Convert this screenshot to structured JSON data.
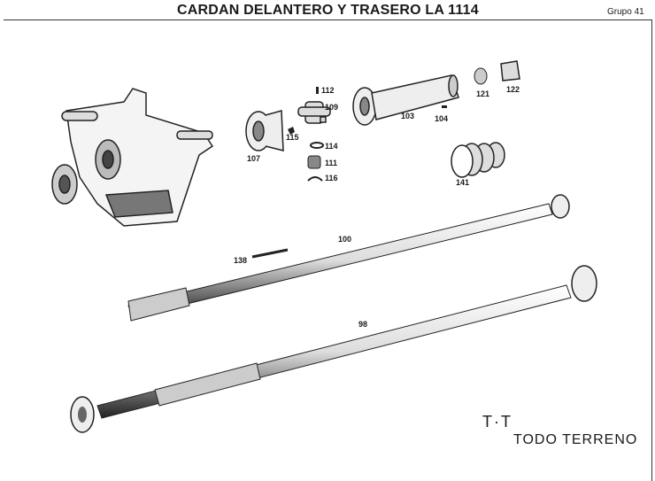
{
  "header": {
    "title": "CARDAN DELANTERO Y TRASERO LA 1114",
    "group": "Grupo 41"
  },
  "parts": {
    "p112": "112",
    "p109": "109",
    "p115": "115",
    "p114": "114",
    "p111": "111",
    "p116": "116",
    "p107": "107",
    "p103": "103",
    "p104": "104",
    "p121": "121",
    "p122": "122",
    "p141": "141",
    "p100": "100",
    "p138": "138",
    "p98": "98"
  },
  "footer": {
    "code": "T·T",
    "label": "TODO TERRENO"
  }
}
